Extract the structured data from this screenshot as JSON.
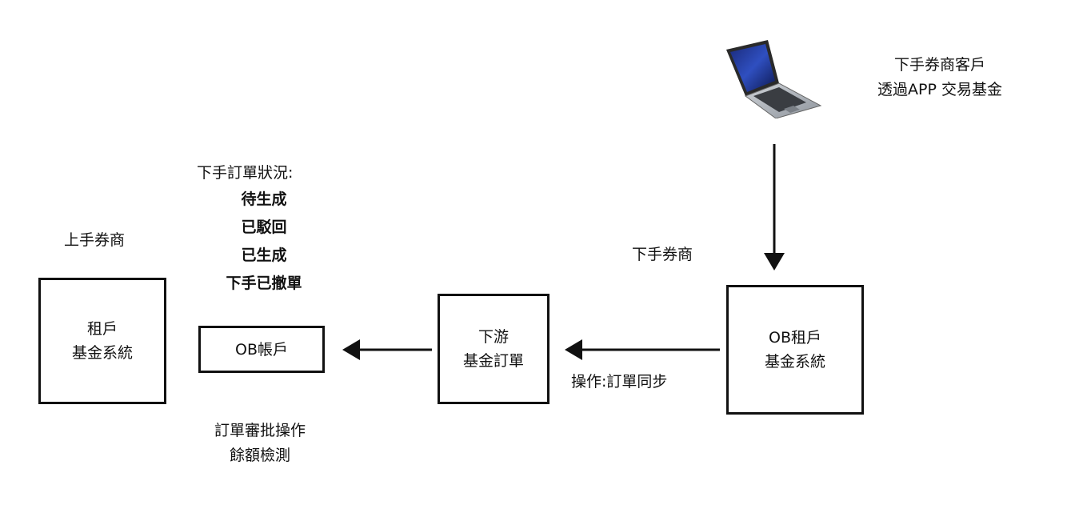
{
  "client_label": [
    "下手券商客戶",
    "透過APP 交易基金"
  ],
  "upstream_broker_label": "上手券商",
  "downstream_broker_label": "下手券商",
  "order_status": {
    "title": "下手訂單狀況:",
    "states": [
      "待生成",
      "已駁回",
      "已生成",
      "下手已撤單"
    ]
  },
  "boxes": {
    "tenant_system": [
      "租戶",
      "基金系統"
    ],
    "ob_account": [
      "OB帳戶"
    ],
    "downstream_order": [
      "下游",
      "基金訂單"
    ],
    "ob_tenant_system": [
      "OB租戶",
      "基金系統"
    ]
  },
  "sync_label": "操作:訂單同步",
  "approval_label": [
    "訂單審批操作",
    "餘額檢測"
  ],
  "icons": {
    "client_device": "laptop-icon"
  }
}
